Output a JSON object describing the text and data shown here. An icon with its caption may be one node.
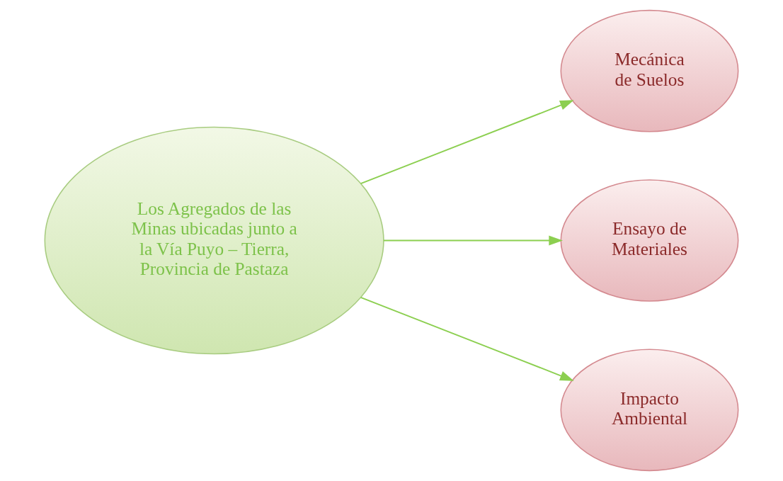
{
  "diagram": {
    "nodes": [
      {
        "text": [
          "Los Agregados de las Minas ubicadas junto a la Vía Puyo – Tierra, Provincia de Pastaza"
        ]
      },
      {
        "text": [
          "Mecánica de Suelos"
        ]
      },
      {
        "text": [
          "Ensayo de Materiales"
        ]
      },
      {
        "text": [
          "Impacto Ambiental"
        ]
      }
    ],
    "edges": [
      {
        "from": 0,
        "to": 1,
        "arrow": "to"
      },
      {
        "from": 0,
        "to": 2,
        "arrow": "to"
      },
      {
        "from": 0,
        "to": 3,
        "arrow": "to"
      }
    ]
  }
}
